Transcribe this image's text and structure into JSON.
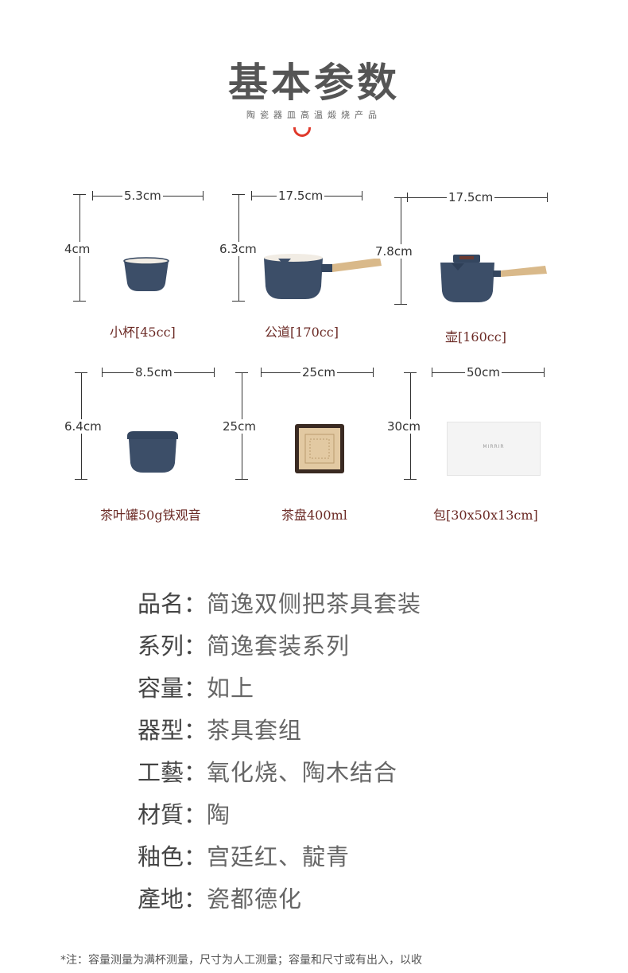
{
  "header": {
    "title": "基本参数",
    "subtitle": "陶瓷器皿高温煅烧产品"
  },
  "products": [
    {
      "width": "5.3cm",
      "height": "4cm",
      "caption": "小杯[45cc]"
    },
    {
      "width": "17.5cm",
      "height": "6.3cm",
      "caption": "公道[170cc]"
    },
    {
      "width": "17.5cm",
      "height": "7.8cm",
      "caption": "壶[160cc]"
    },
    {
      "width": "8.5cm",
      "height": "6.4cm",
      "caption": "茶叶罐50g铁观音"
    },
    {
      "width": "25cm",
      "height": "25cm",
      "caption": "茶盘400ml"
    },
    {
      "width": "50cm",
      "height": "30cm",
      "caption": "包[30x50x13cm]"
    }
  ],
  "box_label": "MIRRIR",
  "specs": [
    {
      "key": "品名：",
      "value": "简逸双侧把茶具套装"
    },
    {
      "key": "系列：",
      "value": "简逸套装系列"
    },
    {
      "key": "容量：",
      "value": "如上"
    },
    {
      "key": "器型：",
      "value": "茶具套组"
    },
    {
      "key": "工藝：",
      "value": "氧化烧、陶木结合"
    },
    {
      "key": "材質：",
      "value": "陶"
    },
    {
      "key": "釉色：",
      "value": "宫廷红、靛青"
    },
    {
      "key": "產地：",
      "value": "瓷都德化"
    }
  ],
  "note": "*注：容量测量为满杯测量，尺寸为人工测量；容量和尺寸或有出入，以收",
  "colors": {
    "glaze": "#3c4e68",
    "wood": "#d9b98a",
    "caption": "#6b2a25",
    "accent": "#e0392b"
  }
}
